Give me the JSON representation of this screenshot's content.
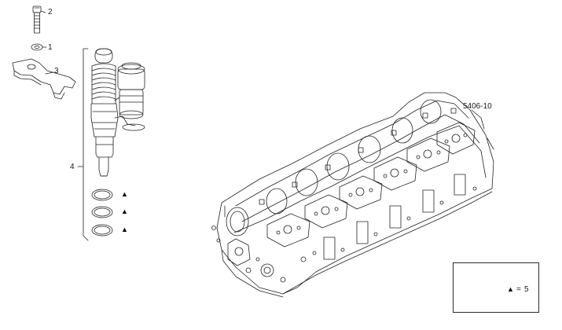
{
  "diagram": {
    "reference_code": "5406-10",
    "callouts": {
      "item_1": "1",
      "item_2": "2",
      "item_3": "3",
      "item_4": "4"
    },
    "seal_marker_symbol": "▲",
    "legend": {
      "symbol": "▲",
      "equals": "=",
      "quantity": "5"
    },
    "line_color": "#222222"
  }
}
